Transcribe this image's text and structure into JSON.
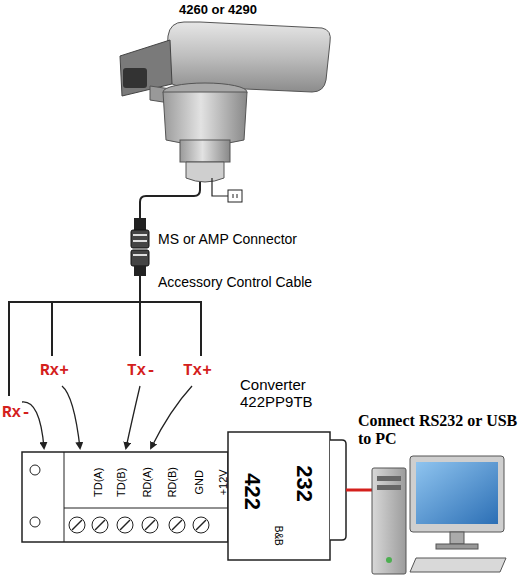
{
  "diagram": {
    "title": "4260 or 4290",
    "nodes": [
      {
        "text": [
          "TD(A)",
          "TD(B)",
          "RD(A)",
          "RD(B)",
          "GND",
          "+12V"
        ]
      },
      {
        "text": [
          "422",
          "232",
          "B&B"
        ]
      }
    ],
    "labels": [
      "MS or AMP Connector",
      "Accessory Control Cable",
      "Rx+",
      "Tx-",
      "Tx+",
      "Rx-",
      "Converter 422PP9TB",
      "Connect RS232 or USB to PC"
    ]
  }
}
